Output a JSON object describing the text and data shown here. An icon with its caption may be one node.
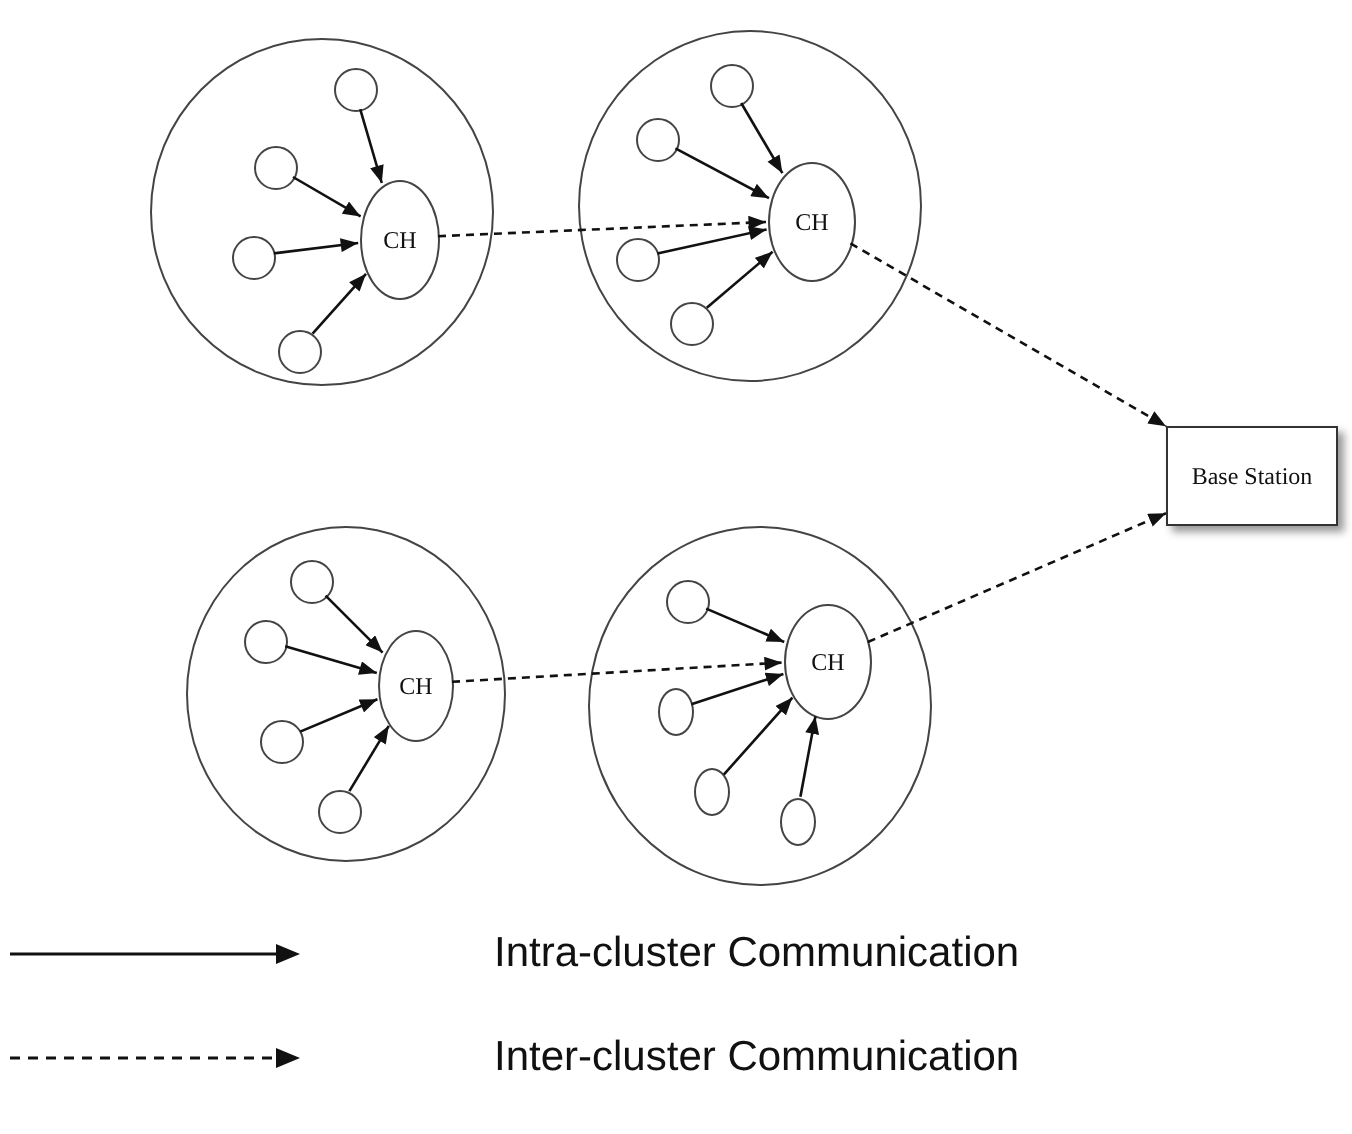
{
  "diagram": {
    "nodes": [
      {
        "text": [],
        "shape": "circle"
      },
      {
        "text": [],
        "shape": "circle",
        "in": 0
      },
      {
        "text": [],
        "shape": "circle",
        "in": 0
      },
      {
        "text": [],
        "shape": "circle",
        "in": 0
      },
      {
        "text": [],
        "shape": "circle",
        "in": 0
      },
      {
        "text": [
          "CH"
        ],
        "in": 0
      },
      {
        "text": [],
        "shape": "circle"
      },
      {
        "text": [],
        "shape": "circle",
        "in": 6
      },
      {
        "text": [],
        "shape": "circle",
        "in": 6
      },
      {
        "text": [],
        "shape": "circle",
        "in": 6
      },
      {
        "text": [],
        "shape": "circle",
        "in": 6
      },
      {
        "text": [
          "CH"
        ],
        "in": 6
      },
      {
        "text": [
          "Base Station"
        ]
      },
      {
        "text": [],
        "shape": "circle"
      },
      {
        "text": [],
        "shape": "circle",
        "in": 13
      },
      {
        "text": [],
        "shape": "circle",
        "in": 13
      },
      {
        "text": [],
        "shape": "circle",
        "in": 13
      },
      {
        "text": [],
        "shape": "circle",
        "in": 13
      },
      {
        "text": [
          "CH"
        ],
        "in": 13
      },
      {
        "text": [],
        "shape": "circle"
      },
      {
        "text": [],
        "shape": "circle",
        "in": 19
      },
      {
        "text": [],
        "shape": "circle",
        "in": 19
      },
      {
        "text": [],
        "shape": "circle",
        "in": 19
      },
      {
        "text": [],
        "shape": "circle",
        "in": 19
      },
      {
        "text": [
          "CH"
        ],
        "in": 19
      }
    ],
    "edges": [
      {
        "from": 1,
        "to": 5,
        "arrow": "to"
      },
      {
        "from": 2,
        "to": 5,
        "arrow": "to"
      },
      {
        "from": 3,
        "to": 5,
        "arrow": "to"
      },
      {
        "from": 4,
        "to": 5,
        "arrow": "to"
      },
      {
        "from": 7,
        "to": 11,
        "arrow": "to"
      },
      {
        "from": 8,
        "to": 11,
        "arrow": "to"
      },
      {
        "from": 9,
        "to": 11,
        "arrow": "to"
      },
      {
        "from": 10,
        "to": 11,
        "arrow": "to"
      },
      {
        "from": 14,
        "to": 18,
        "arrow": "to"
      },
      {
        "from": 15,
        "to": 18,
        "arrow": "to"
      },
      {
        "from": 16,
        "to": 18,
        "arrow": "to"
      },
      {
        "from": 17,
        "to": 18,
        "arrow": "to"
      },
      {
        "from": 20,
        "to": 24,
        "arrow": "to"
      },
      {
        "from": 21,
        "to": 24,
        "arrow": "to"
      },
      {
        "from": 22,
        "to": 24,
        "arrow": "to"
      },
      {
        "from": 23,
        "to": 24,
        "arrow": "to"
      },
      {
        "from": 5,
        "to": 11,
        "arrow": "to",
        "style": "dashed"
      },
      {
        "from": 11,
        "to": 12,
        "arrow": "to",
        "style": "dashed"
      },
      {
        "from": 18,
        "to": 24,
        "arrow": "to",
        "style": "dashed"
      },
      {
        "from": 24,
        "to": 12,
        "arrow": "to",
        "style": "dashed"
      }
    ],
    "legend": [
      {
        "text": "Intra-cluster Communication"
      },
      {
        "text": "Inter-cluster Communication"
      }
    ]
  }
}
